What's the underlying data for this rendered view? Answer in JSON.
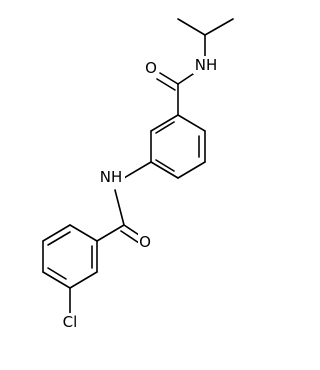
{
  "atom_labels": {
    "carbonyl_oxygen_top": "O",
    "amide_nitrogen_top": "NH",
    "amide_nitrogen_middle": "NH",
    "carbonyl_oxygen_bottom": "O",
    "chlorine": "Cl"
  },
  "colors": {
    "bond": "#000000",
    "label": "#000000",
    "background": "#ffffff"
  }
}
